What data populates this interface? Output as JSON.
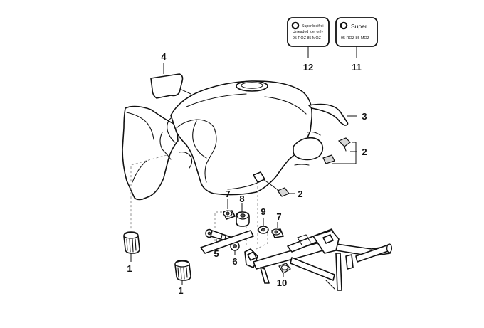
{
  "callouts": {
    "c1a": "1",
    "c1b": "1",
    "c2a": "2",
    "c2b": "2",
    "c3": "3",
    "c4": "4",
    "c5": "5",
    "c6": "6",
    "c7a": "7",
    "c7b": "7",
    "c8": "8",
    "c9": "9",
    "c10": "10",
    "c11": "11",
    "c12": "12"
  },
  "label_unleaded": {
    "line1": "Super bleifrei",
    "line2": "Unleaded fuel only",
    "line3": "95 ROZ 85 MOZ"
  },
  "label_super": {
    "line1": "Super",
    "line2": "95 ROZ 85 MOZ"
  },
  "colors": {
    "ink": "#111111",
    "paper": "#ffffff"
  }
}
